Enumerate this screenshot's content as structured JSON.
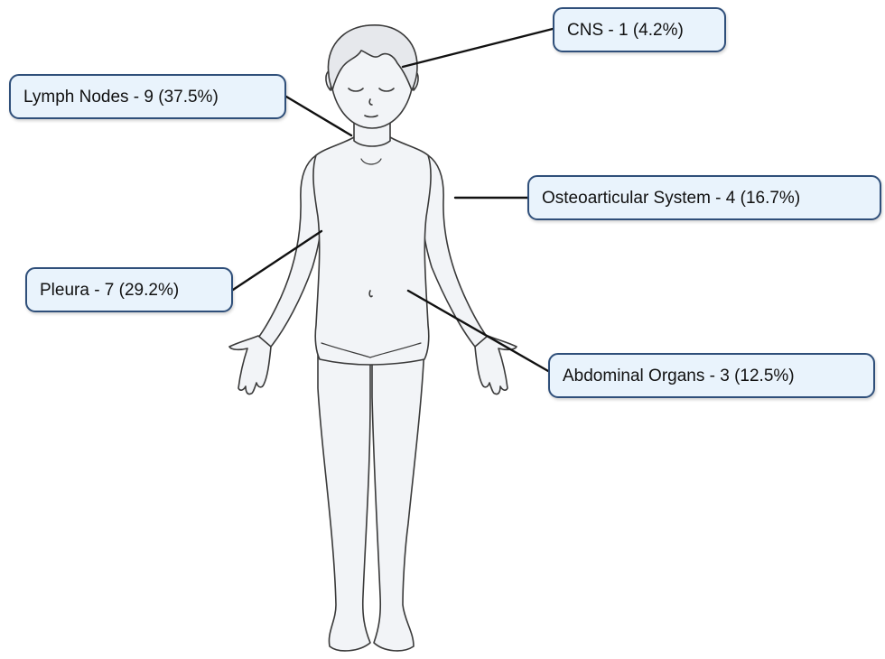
{
  "labels": {
    "cns": "CNS - 1 (4.2%)",
    "lymph_nodes": "Lymph Nodes - 9 (37.5%)",
    "osteoarticular": "Osteoarticular System - 4 (16.7%)",
    "pleura": "Pleura - 7 (29.2%)",
    "abdominal": "Abdominal Organs - 3 (12.5%)"
  },
  "colors": {
    "callout_fill": "#e9f3fc",
    "callout_border": "#2f4f7a",
    "body_fill": "#f2f4f7",
    "body_outline": "#3a3a3a",
    "hair": "#e6e8ec",
    "leader_line": "#111111"
  }
}
